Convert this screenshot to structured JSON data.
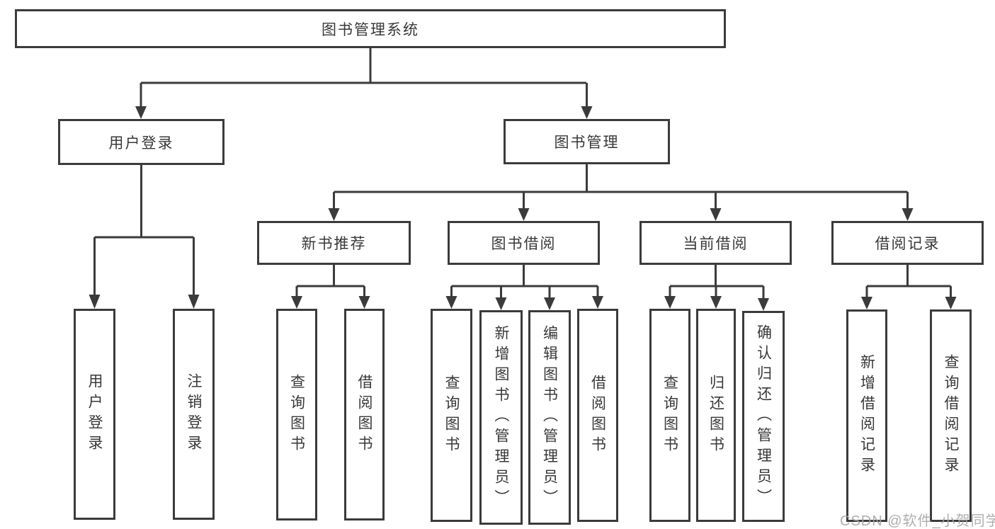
{
  "diagram": {
    "type": "hierarchy-diagram",
    "colors": {
      "line": "#3b3b3b",
      "box_border": "#3b3b3b",
      "box_fill": "#ffffff",
      "text": "#383838",
      "watermark": "#a5a5a5",
      "background": "#ffffff"
    },
    "watermark": "CSDN @软件_小贺同学",
    "tree": {
      "label": "图书管理系统",
      "children": [
        {
          "label": "用户登录",
          "children": [
            {
              "label": "用户登录"
            },
            {
              "label": "注销登录"
            }
          ]
        },
        {
          "label": "图书管理",
          "children": [
            {
              "label": "新书推荐",
              "children": [
                {
                  "label": "查询图书"
                },
                {
                  "label": "借阅图书"
                }
              ]
            },
            {
              "label": "图书借阅",
              "children": [
                {
                  "label": "查询图书"
                },
                {
                  "label": "新增图书（管理员）"
                },
                {
                  "label": "编辑图书（管理员）"
                },
                {
                  "label": "借阅图书"
                }
              ]
            },
            {
              "label": "当前借阅",
              "children": [
                {
                  "label": "查询图书"
                },
                {
                  "label": "归还图书"
                },
                {
                  "label": "确认归还（管理员）"
                }
              ]
            },
            {
              "label": "借阅记录",
              "children": [
                {
                  "label": "新增借阅记录"
                },
                {
                  "label": "查询借阅记录"
                }
              ]
            }
          ]
        }
      ]
    }
  }
}
